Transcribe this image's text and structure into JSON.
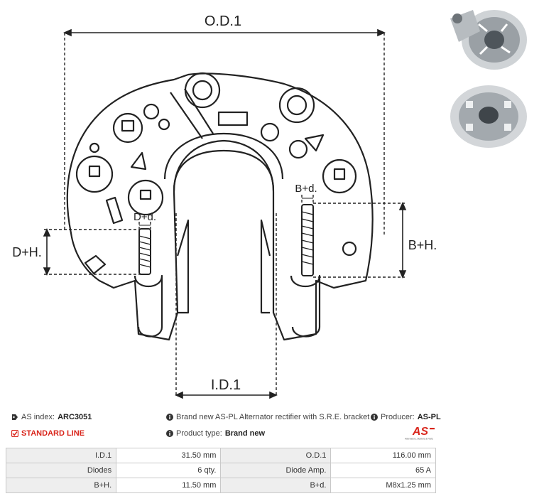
{
  "dimensions": {
    "od1": "O.D.1",
    "id1": "I.D.1",
    "dh": "D+H.",
    "bh": "B+H.",
    "dd": "D+d.",
    "bd": "B+d."
  },
  "info": {
    "as_index_label": "AS index:",
    "as_index_value": "ARC3051",
    "standard_line": "STANDARD LINE",
    "description": "Brand new AS-PL Alternator rectifier with S.R.E. bracket",
    "producer_label": "Producer:",
    "producer_value": "AS-PL",
    "product_type_label": "Product type:",
    "product_type_value": "Brand new",
    "logo_text": "AS",
    "logo_tagline": "Alternators, Starters & Parts"
  },
  "specs": [
    {
      "k1": "I.D.1",
      "v1": "31.50 mm",
      "k2": "O.D.1",
      "v2": "116.00 mm"
    },
    {
      "k1": "Diodes",
      "v1": "6 qty.",
      "k2": "Diode Amp.",
      "v2": "65 A"
    },
    {
      "k1": "B+H.",
      "v1": "11.50 mm",
      "k2": "B+d.",
      "v2": "M8x1.25 mm"
    }
  ],
  "colors": {
    "accent": "#d9261c",
    "line": "#222222",
    "table_key_bg": "#eeeeee"
  }
}
